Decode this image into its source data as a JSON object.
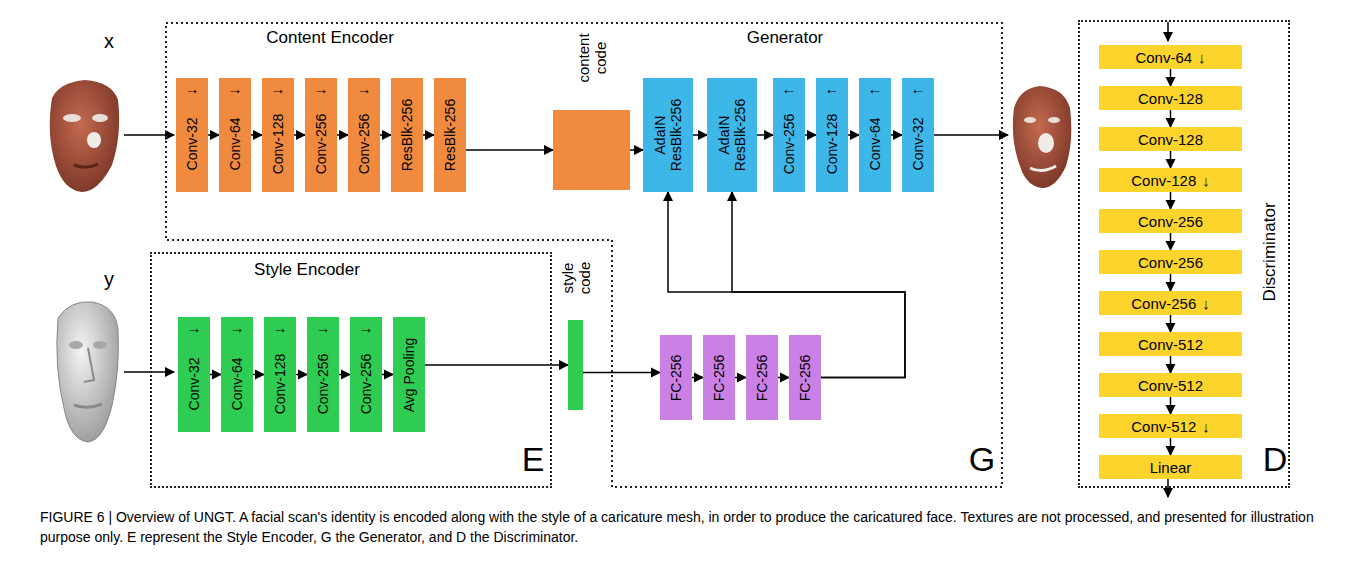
{
  "diagram": {
    "caption": "FIGURE 6 | Overview of UNGT. A facial scan's identity is encoded along with the style of a caricature mesh, in order to produce the caricatured face. Textures are not processed, and presented for illustration purpose only. E represent the Style Encoder, G the Generator, and D the Discriminator.",
    "nodes": [
      {
        "text": [
          "Content Encoder",
          "Generator",
          "G"
        ]
      },
      {
        "text": [
          "→",
          "Conv-32"
        ],
        "in": 0
      },
      {
        "text": [
          "→",
          "Conv-64"
        ],
        "in": 0
      },
      {
        "text": [
          "→",
          "Conv-128"
        ],
        "in": 0
      },
      {
        "text": [
          "→",
          "Conv-256"
        ],
        "in": 0
      },
      {
        "text": [
          "→",
          "Conv-256"
        ],
        "in": 0
      },
      {
        "text": [
          "ResBlk-256"
        ],
        "in": 0
      },
      {
        "text": [
          "ResBlk-256"
        ],
        "in": 0
      },
      {
        "text": [
          "content code"
        ],
        "in": 0
      },
      {
        "text": [
          "AdaIN ResBlk-256"
        ],
        "in": 0
      },
      {
        "text": [
          "AdaIN ResBlk-256"
        ],
        "in": 0
      },
      {
        "text": [
          "←",
          "Conv-256"
        ],
        "in": 0
      },
      {
        "text": [
          "←",
          "Conv-128"
        ],
        "in": 0
      },
      {
        "text": [
          "←",
          "Conv-64"
        ],
        "in": 0
      },
      {
        "text": [
          "←",
          "Conv-32"
        ],
        "in": 0
      },
      {
        "text": [
          "Style Encoder",
          "E"
        ]
      },
      {
        "text": [
          "→",
          "Conv-32"
        ],
        "in": 15
      },
      {
        "text": [
          "→",
          "Conv-64"
        ],
        "in": 15
      },
      {
        "text": [
          "→",
          "Conv-128"
        ],
        "in": 15
      },
      {
        "text": [
          "→",
          "Conv-256"
        ],
        "in": 15
      },
      {
        "text": [
          "→",
          "Conv-256"
        ],
        "in": 15
      },
      {
        "text": [
          "Avg Pooling"
        ],
        "in": 15
      },
      {
        "text": [
          "style code"
        ]
      },
      {
        "text": [
          "FC-256"
        ],
        "in": 0
      },
      {
        "text": [
          "FC-256"
        ],
        "in": 0
      },
      {
        "text": [
          "FC-256"
        ],
        "in": 0
      },
      {
        "text": [
          "FC-256"
        ],
        "in": 0
      },
      {
        "text": [
          "Discriminator",
          "D"
        ]
      },
      {
        "text": [
          "Conv-64",
          "↓"
        ],
        "in": 27
      },
      {
        "text": [
          "Conv-128"
        ],
        "in": 27
      },
      {
        "text": [
          "Conv-128"
        ],
        "in": 27
      },
      {
        "text": [
          "Conv-128",
          "↓"
        ],
        "in": 27
      },
      {
        "text": [
          "Conv-256"
        ],
        "in": 27
      },
      {
        "text": [
          "Conv-256"
        ],
        "in": 27
      },
      {
        "text": [
          "Conv-256",
          "↓"
        ],
        "in": 27
      },
      {
        "text": [
          "Conv-512"
        ],
        "in": 27
      },
      {
        "text": [
          "Conv-512"
        ],
        "in": 27
      },
      {
        "text": [
          "Conv-512",
          "↓"
        ],
        "in": 27
      },
      {
        "text": [
          "Linear"
        ],
        "in": 27
      }
    ],
    "edges": [
      {
        "from": 1,
        "to": 2,
        "arrow": "to"
      },
      {
        "from": 2,
        "to": 3,
        "arrow": "to"
      },
      {
        "from": 3,
        "to": 4,
        "arrow": "to"
      },
      {
        "from": 4,
        "to": 5,
        "arrow": "to"
      },
      {
        "from": 5,
        "to": 6,
        "arrow": "to"
      },
      {
        "from": 6,
        "to": 7,
        "arrow": "to"
      },
      {
        "from": 7,
        "to": 8,
        "arrow": "to"
      },
      {
        "from": 8,
        "to": 9,
        "arrow": "to"
      },
      {
        "from": 9,
        "to": 10,
        "arrow": "to"
      },
      {
        "from": 10,
        "to": 11,
        "arrow": "to"
      },
      {
        "from": 11,
        "to": 12,
        "arrow": "to"
      },
      {
        "from": 12,
        "to": 13,
        "arrow": "to"
      },
      {
        "from": 13,
        "to": 14,
        "arrow": "to"
      },
      {
        "from": 16,
        "to": 17,
        "arrow": "to"
      },
      {
        "from": 17,
        "to": 18,
        "arrow": "to"
      },
      {
        "from": 18,
        "to": 19,
        "arrow": "to"
      },
      {
        "from": 19,
        "to": 20,
        "arrow": "to"
      },
      {
        "from": 20,
        "to": 21,
        "arrow": "to"
      },
      {
        "from": 21,
        "to": 22,
        "arrow": "to"
      },
      {
        "from": 22,
        "to": 23,
        "arrow": "to"
      },
      {
        "from": 23,
        "to": 24,
        "arrow": "to"
      },
      {
        "from": 24,
        "to": 25,
        "arrow": "to"
      },
      {
        "from": 25,
        "to": 26,
        "arrow": "to"
      },
      {
        "from": 26,
        "to": 9,
        "arrow": "to"
      },
      {
        "from": 26,
        "to": 10,
        "arrow": "to"
      },
      {
        "from": 28,
        "to": 29,
        "arrow": "to"
      },
      {
        "from": 29,
        "to": 30,
        "arrow": "to"
      },
      {
        "from": 30,
        "to": 31,
        "arrow": "to"
      },
      {
        "from": 31,
        "to": 32,
        "arrow": "to"
      },
      {
        "from": 32,
        "to": 33,
        "arrow": "to"
      },
      {
        "from": 33,
        "to": 34,
        "arrow": "to"
      },
      {
        "from": 34,
        "to": 35,
        "arrow": "to"
      },
      {
        "from": 35,
        "to": 36,
        "arrow": "to"
      },
      {
        "from": 36,
        "to": 37,
        "arrow": "to"
      },
      {
        "from": 37,
        "to": 38,
        "arrow": "to"
      }
    ],
    "labels": [
      "x",
      "y"
    ]
  }
}
